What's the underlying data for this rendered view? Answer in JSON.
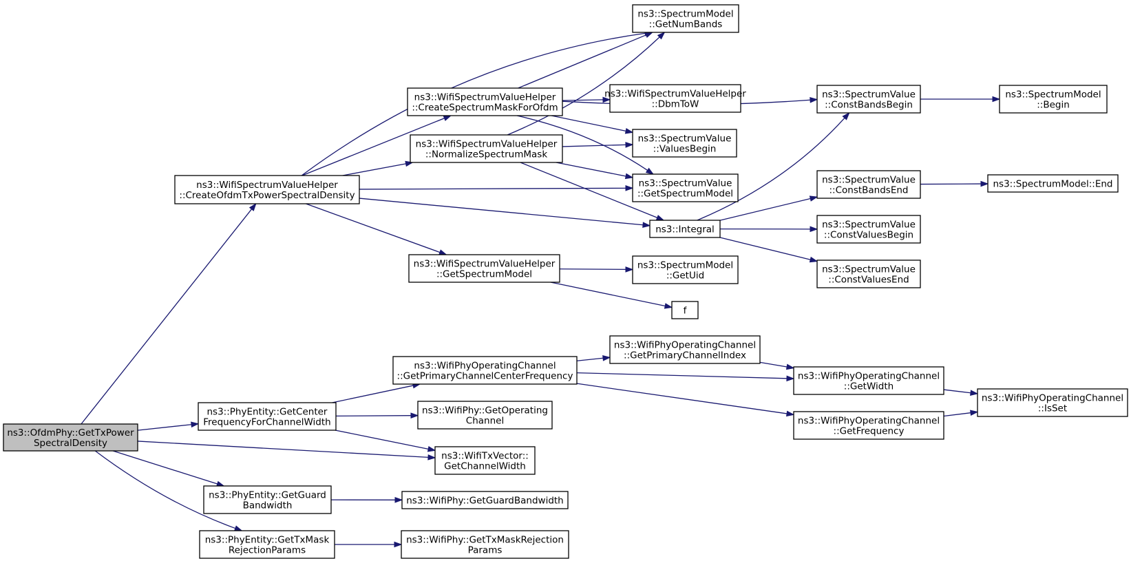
{
  "nodes": [
    {
      "id": "root",
      "lines": [
        "ns3::OfdmPhy::GetTxPower",
        "SpectralDensity"
      ],
      "root": true
    },
    {
      "id": "createOfdm",
      "lines": [
        "ns3::WifiSpectrumValueHelper",
        "::CreateOfdmTxPowerSpectralDensity"
      ]
    },
    {
      "id": "getCenterFreq",
      "lines": [
        "ns3::PhyEntity::GetCenter",
        "FrequencyForChannelWidth"
      ]
    },
    {
      "id": "txVecWidth",
      "lines": [
        "ns3::WifiTxVector::",
        "GetChannelWidth"
      ]
    },
    {
      "id": "getGuardBw",
      "lines": [
        "ns3::PhyEntity::GetGuard",
        "Bandwidth"
      ]
    },
    {
      "id": "getTxMask",
      "lines": [
        "ns3::PhyEntity::GetTxMask",
        "RejectionParams"
      ]
    },
    {
      "id": "createMask",
      "lines": [
        "ns3::WifiSpectrumValueHelper",
        "::CreateSpectrumMaskForOfdm"
      ]
    },
    {
      "id": "normalize",
      "lines": [
        "ns3::WifiSpectrumValueHelper",
        "::NormalizeSpectrumMask"
      ]
    },
    {
      "id": "getSpecModelH",
      "lines": [
        "ns3::WifiSpectrumValueHelper",
        "::GetSpectrumModel"
      ]
    },
    {
      "id": "getNumBands",
      "lines": [
        "ns3::SpectrumModel",
        "::GetNumBands"
      ]
    },
    {
      "id": "dbmToW",
      "lines": [
        "ns3::WifiSpectrumValueHelper",
        "::DbmToW"
      ]
    },
    {
      "id": "valuesBegin",
      "lines": [
        "ns3::SpectrumValue",
        "::ValuesBegin"
      ]
    },
    {
      "id": "svGetModel",
      "lines": [
        "ns3::SpectrumValue",
        "::GetSpectrumModel"
      ]
    },
    {
      "id": "integral",
      "lines": [
        "ns3::Integral"
      ]
    },
    {
      "id": "getUid",
      "lines": [
        "ns3::SpectrumModel",
        "::GetUid"
      ]
    },
    {
      "id": "f",
      "lines": [
        "f"
      ]
    },
    {
      "id": "constBandsBegin",
      "lines": [
        "ns3::SpectrumValue",
        "::ConstBandsBegin"
      ]
    },
    {
      "id": "smBegin",
      "lines": [
        "ns3::SpectrumModel",
        "::Begin"
      ]
    },
    {
      "id": "constBandsEnd",
      "lines": [
        "ns3::SpectrumValue",
        "::ConstBandsEnd"
      ]
    },
    {
      "id": "smEnd",
      "lines": [
        "ns3::SpectrumModel::End"
      ]
    },
    {
      "id": "constValuesBegin",
      "lines": [
        "ns3::SpectrumValue",
        "::ConstValuesBegin"
      ]
    },
    {
      "id": "constValuesEnd",
      "lines": [
        "ns3::SpectrumValue",
        "::ConstValuesEnd"
      ]
    },
    {
      "id": "getPrimaryCenter",
      "lines": [
        "ns3::WifiPhyOperatingChannel",
        "::GetPrimaryChannelCenterFrequency"
      ]
    },
    {
      "id": "wpGetOperating",
      "lines": [
        "ns3::WifiPhy::GetOperating",
        "Channel"
      ]
    },
    {
      "id": "wpGetGuard",
      "lines": [
        "ns3::WifiPhy::GetGuardBandwidth"
      ]
    },
    {
      "id": "wpGetTxMask",
      "lines": [
        "ns3::WifiPhy::GetTxMaskRejection",
        "Params"
      ]
    },
    {
      "id": "getPrimaryIndex",
      "lines": [
        "ns3::WifiPhyOperatingChannel",
        "::GetPrimaryChannelIndex"
      ]
    },
    {
      "id": "opGetWidth",
      "lines": [
        "ns3::WifiPhyOperatingChannel",
        "::GetWidth"
      ]
    },
    {
      "id": "opGetFreq",
      "lines": [
        "ns3::WifiPhyOperatingChannel",
        "::GetFrequency"
      ]
    },
    {
      "id": "opIsSet",
      "lines": [
        "ns3::WifiPhyOperatingChannel",
        "::IsSet"
      ]
    }
  ],
  "edges": [
    [
      "root",
      "createOfdm"
    ],
    [
      "root",
      "getCenterFreq"
    ],
    [
      "root",
      "txVecWidth"
    ],
    [
      "root",
      "getGuardBw"
    ],
    [
      "root",
      "getTxMask"
    ],
    [
      "createOfdm",
      "getNumBands"
    ],
    [
      "createOfdm",
      "createMask"
    ],
    [
      "createOfdm",
      "normalize"
    ],
    [
      "createOfdm",
      "svGetModel"
    ],
    [
      "createOfdm",
      "integral"
    ],
    [
      "createOfdm",
      "getSpecModelH"
    ],
    [
      "createMask",
      "getNumBands"
    ],
    [
      "createMask",
      "constBandsBegin"
    ],
    [
      "createMask",
      "dbmToW"
    ],
    [
      "createMask",
      "valuesBegin"
    ],
    [
      "createMask",
      "svGetModel"
    ],
    [
      "normalize",
      "getNumBands"
    ],
    [
      "normalize",
      "valuesBegin"
    ],
    [
      "normalize",
      "svGetModel"
    ],
    [
      "normalize",
      "integral"
    ],
    [
      "getSpecModelH",
      "getUid"
    ],
    [
      "getSpecModelH",
      "f"
    ],
    [
      "integral",
      "constBandsBegin"
    ],
    [
      "integral",
      "constBandsEnd"
    ],
    [
      "integral",
      "constValuesBegin"
    ],
    [
      "integral",
      "constValuesEnd"
    ],
    [
      "constBandsBegin",
      "smBegin"
    ],
    [
      "constBandsEnd",
      "smEnd"
    ],
    [
      "getCenterFreq",
      "getPrimaryCenter"
    ],
    [
      "getCenterFreq",
      "wpGetOperating"
    ],
    [
      "getCenterFreq",
      "txVecWidth"
    ],
    [
      "getGuardBw",
      "wpGetGuard"
    ],
    [
      "getTxMask",
      "wpGetTxMask"
    ],
    [
      "getPrimaryCenter",
      "getPrimaryIndex"
    ],
    [
      "getPrimaryCenter",
      "opGetWidth"
    ],
    [
      "getPrimaryCenter",
      "opGetFreq"
    ],
    [
      "getPrimaryIndex",
      "opGetWidth"
    ],
    [
      "opGetWidth",
      "opIsSet"
    ],
    [
      "opGetFreq",
      "opIsSet"
    ]
  ]
}
